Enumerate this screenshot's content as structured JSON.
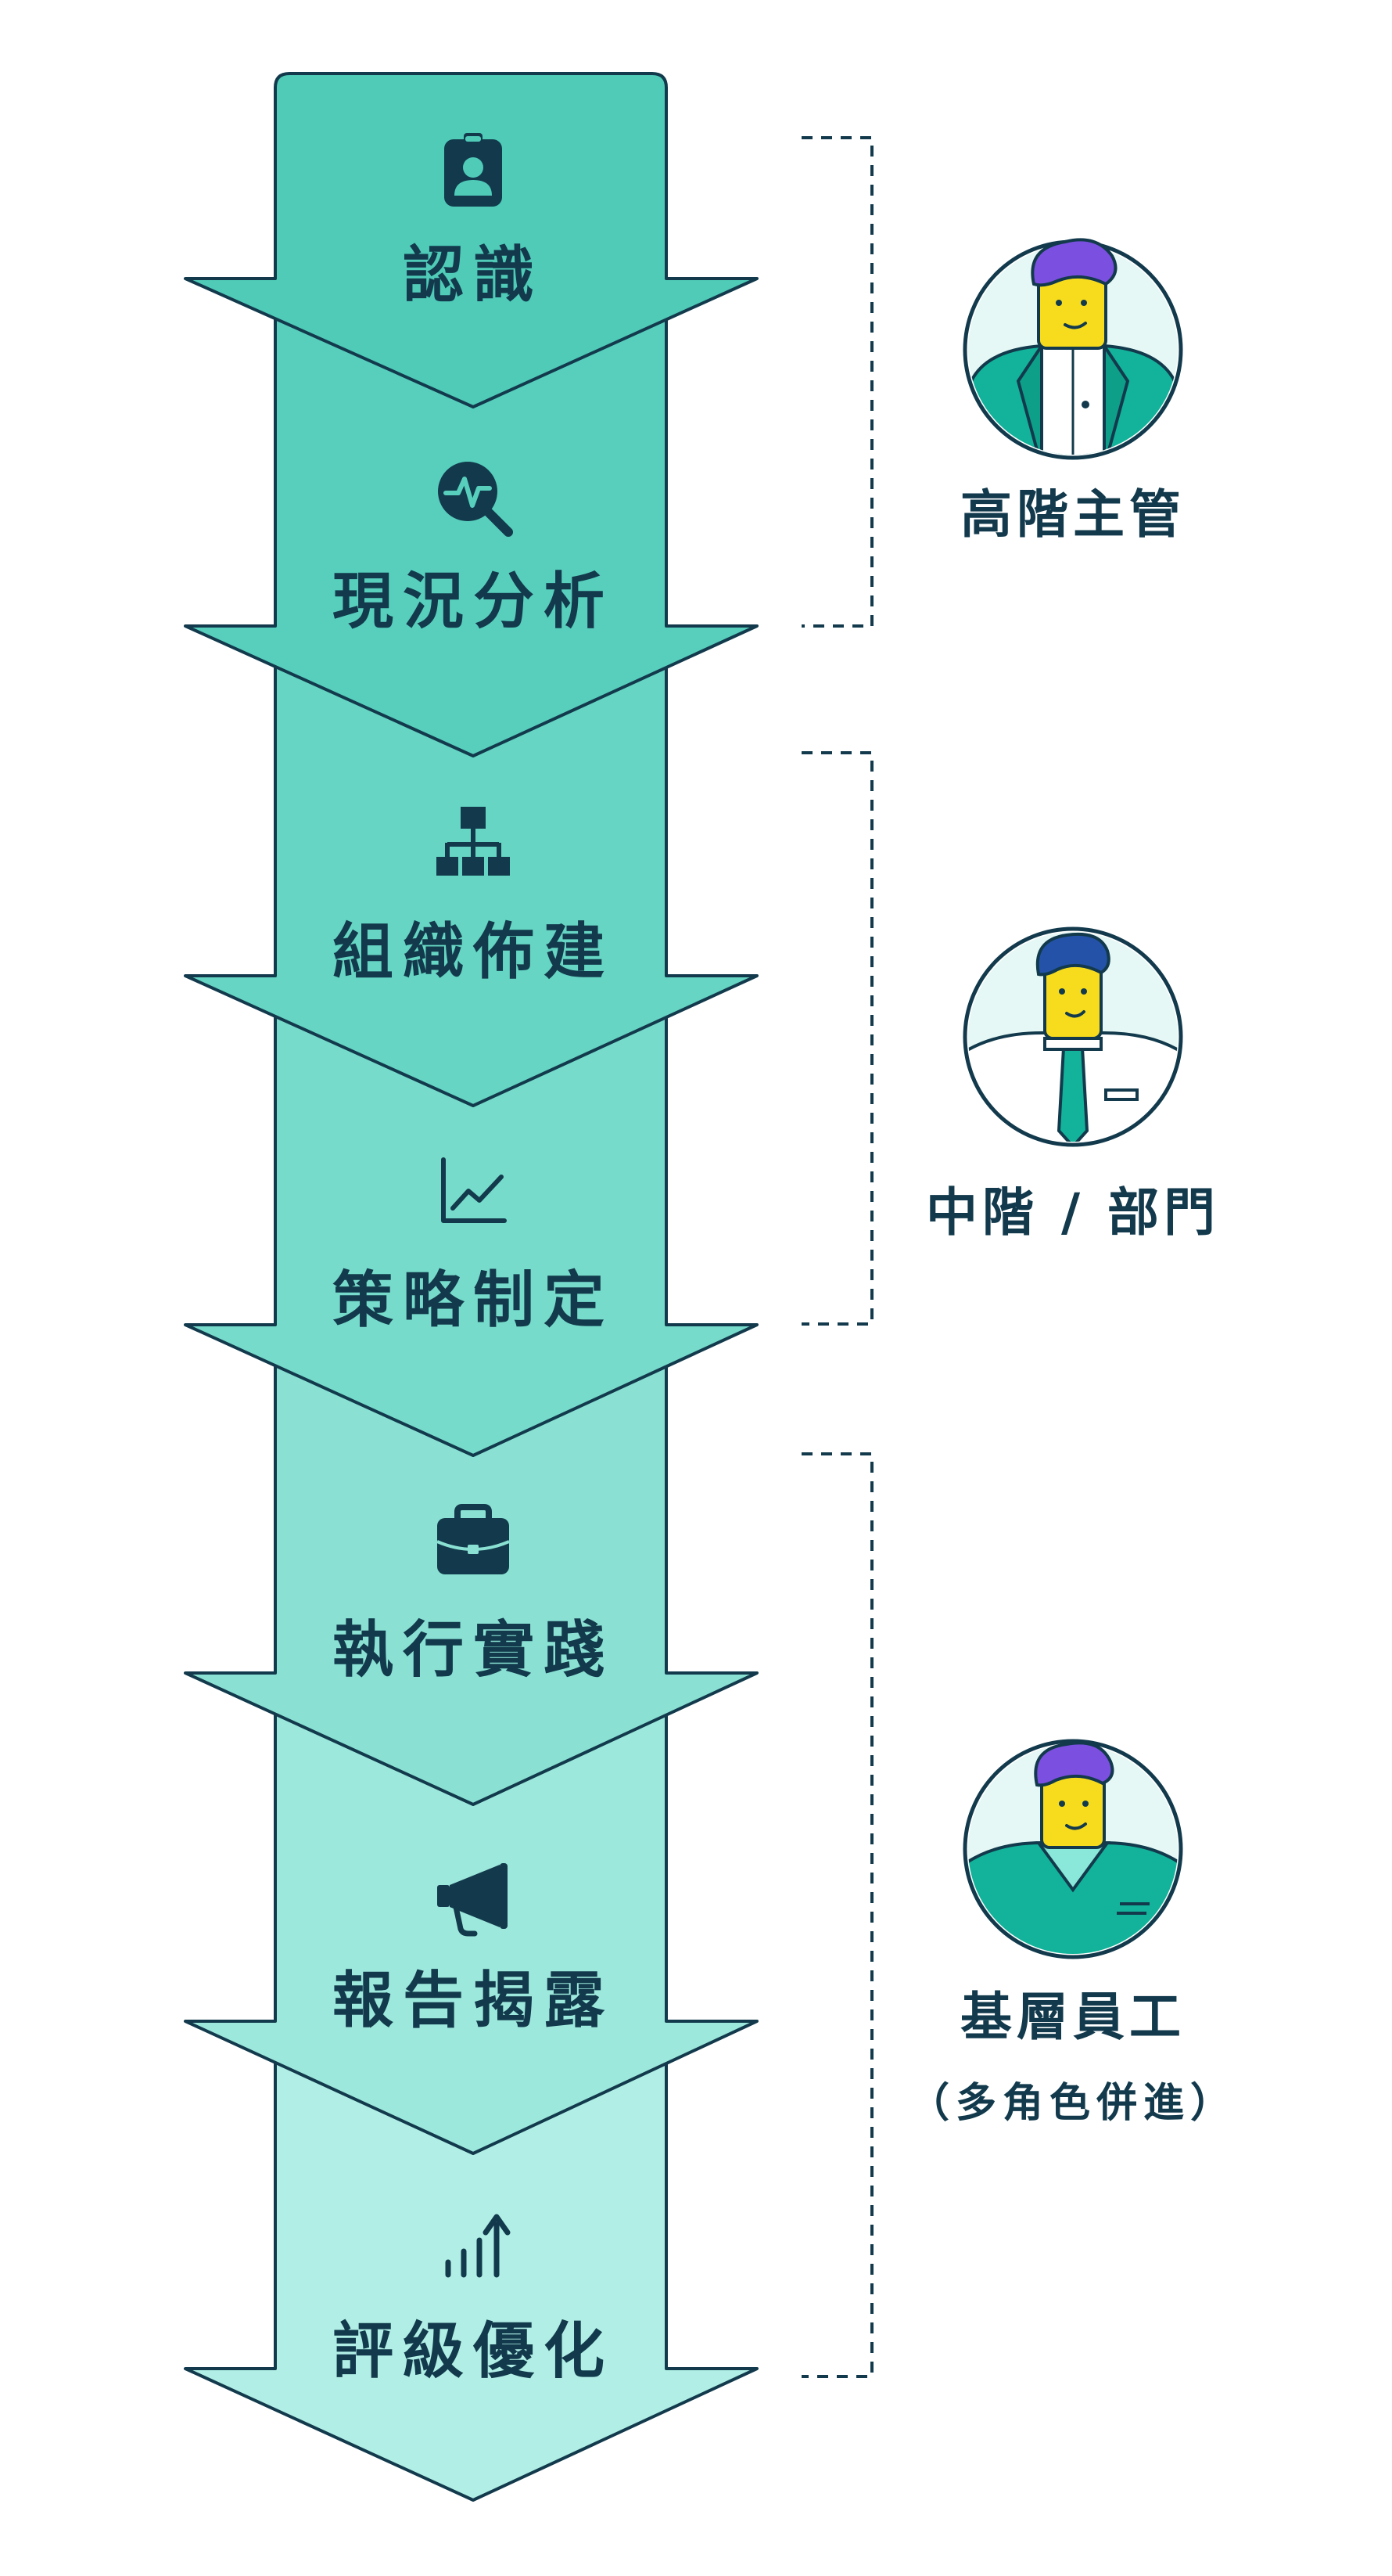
{
  "steps": [
    {
      "label": "認識",
      "icon": "id-badge-icon",
      "color": "#4fcbb8"
    },
    {
      "label": "現況分析",
      "icon": "magnify-pulse-icon",
      "color": "#58cfbd"
    },
    {
      "label": "組織佈建",
      "icon": "org-chart-icon",
      "color": "#66d5c3"
    },
    {
      "label": "策略制定",
      "icon": "line-chart-icon",
      "color": "#77dbcb"
    },
    {
      "label": "執行實踐",
      "icon": "briefcase-icon",
      "color": "#8ae1d3"
    },
    {
      "label": "報告揭露",
      "icon": "megaphone-icon",
      "color": "#9de8dc"
    },
    {
      "label": "評級優化",
      "icon": "bar-growth-icon",
      "color": "#b1efe6"
    }
  ],
  "groups": [
    {
      "label": "高階主管",
      "sub": "",
      "avatar": "executive-avatar"
    },
    {
      "label": "中階 / 部門",
      "sub": "",
      "avatar": "manager-avatar"
    },
    {
      "label": "基層員工",
      "sub": "（多角色併進）",
      "avatar": "staff-avatar"
    }
  ],
  "colors": {
    "outline": "#123a4c",
    "accent": "#12b39a",
    "hair": "#7b4fe0",
    "skin": "#f7dc1e"
  }
}
